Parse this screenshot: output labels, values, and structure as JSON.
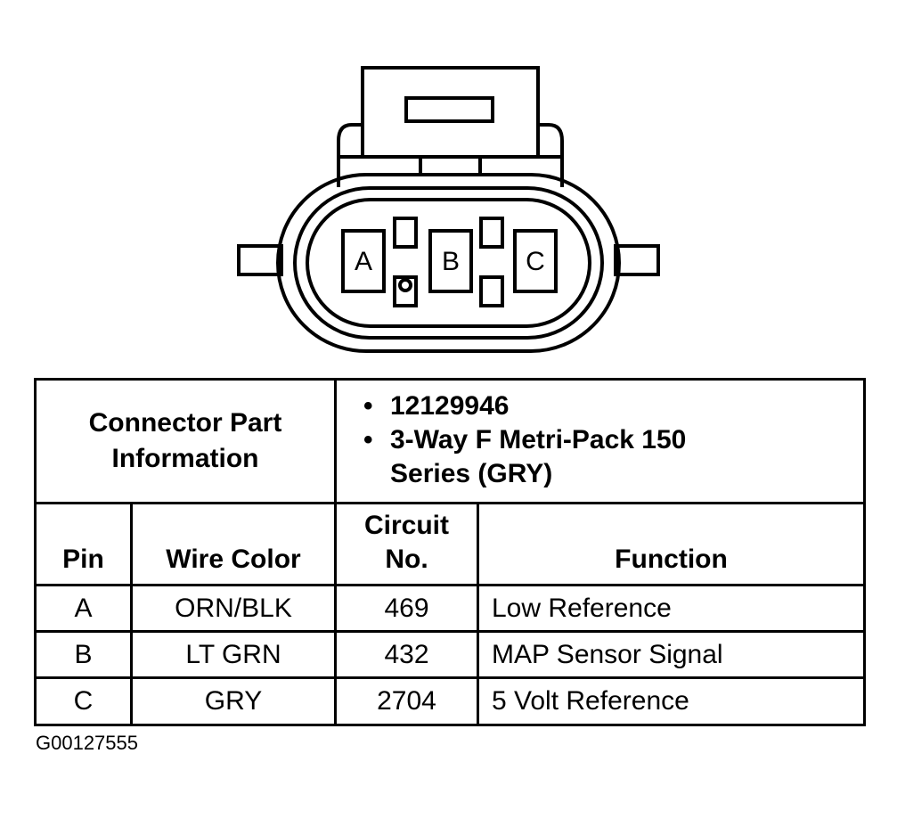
{
  "connector": {
    "pins": [
      "A",
      "B",
      "C"
    ]
  },
  "table": {
    "info_label": "Connector Part Information",
    "info_lines": [
      "12129946",
      "3-Way F Metri-Pack 150 Series (GRY)"
    ],
    "headers": {
      "pin": "Pin",
      "wire_color": "Wire Color",
      "circuit": "Circuit No.",
      "function": "Function"
    },
    "rows": [
      {
        "pin": "A",
        "wire_color": "ORN/BLK",
        "circuit": "469",
        "function": "Low Reference"
      },
      {
        "pin": "B",
        "wire_color": "LT GRN",
        "circuit": "432",
        "function": "MAP Sensor Signal"
      },
      {
        "pin": "C",
        "wire_color": "GRY",
        "circuit": "2704",
        "function": "5 Volt Reference"
      }
    ]
  },
  "figure_id": "G00127555"
}
